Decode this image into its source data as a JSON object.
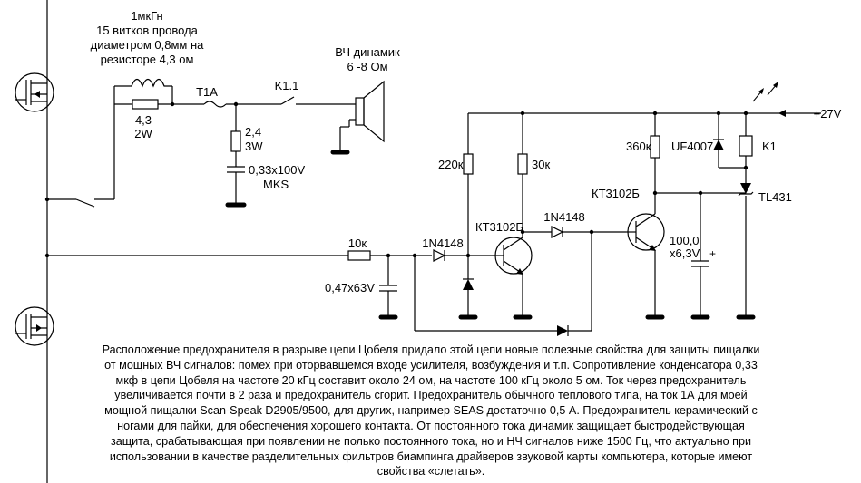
{
  "labels": {
    "inductor_value": "1мкГн",
    "inductor_desc_1": "15 витков провода",
    "inductor_desc_2": "диаметром 0,8мм на",
    "inductor_desc_3": "резисторе 4,3 ом",
    "resistor_zobel_value": "4,3",
    "resistor_zobel_power": "2W",
    "fuse": "Т1А",
    "relay_contact": "K1.1",
    "speaker_name": "ВЧ динамик",
    "speaker_impedance": "6 -8 Ом",
    "resistor_series_value": "2,4",
    "resistor_series_power": "3W",
    "capacitor_zobel_value": "0,33x100V",
    "capacitor_zobel_type": "MKS",
    "resistor_220k": "220к",
    "resistor_30k": "30к",
    "resistor_360k": "360к",
    "transistor_1": "КТ3102Б",
    "transistor_2": "КТ3102Б",
    "diode_1n4148_a": "1N4148",
    "diode_1n4148_b": "1N4148",
    "diode_uf4007": "UF4007",
    "relay_coil": "K1",
    "shunt_reg": "TL431",
    "resistor_10k": "10к",
    "capacitor_input": "0,47x63V",
    "capacitor_timing_value": "100,0",
    "capacitor_timing_voltage": "x6,3V",
    "capacitor_plus": "+",
    "supply": "+27V"
  },
  "caption": "Расположение предохранителя в разрыве цепи Цобеля придало этой цепи новые полезные свойства для защиты пищалки от мощных ВЧ сигналов: помех при оторвавшемся входе усилителя, возбуждения и т.п. Сопротивление конденсатора 0,33 мкф в цепи Цобеля на частоте 20 кГц составит около 24 ом, на частоте 100 кГц около 5 ом. Ток через предохранитель увеличивается почти в 2 раза и предохранитель сгорит. Предохранитель обычного теплового типа, на ток 1А для моей мощной пищалки Scan-Speak D2905/9500, для других, например SEAS достаточно 0,5 А. Предохранитель керамический с ногами для пайки, для обеспечения хорошего контакта. От постоянного тока динамик защищает быстродействующая защита, срабатывающая при появлении не полько постоянного тока, но и НЧ сигналов ниже 1500 Гц, что актуально при использовании в качестве разделительных фильтров биампинга драйверов звуковой карты компьютера, которые имеют свойства «слетать»."
}
